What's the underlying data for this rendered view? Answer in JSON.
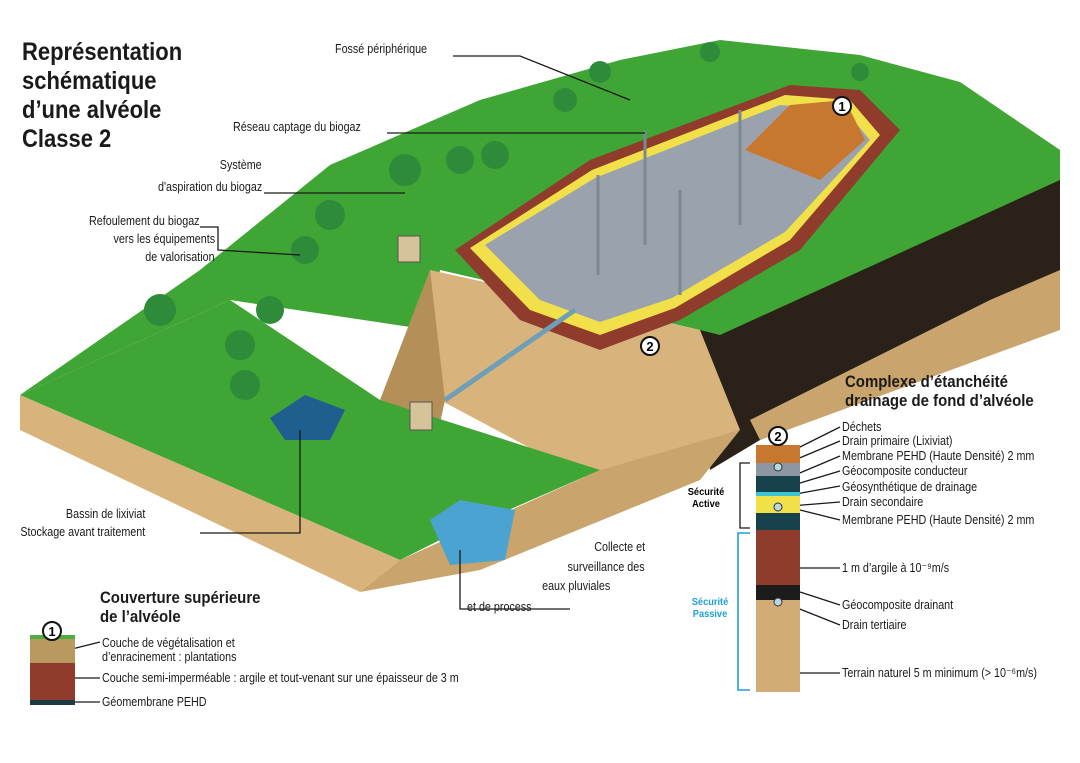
{
  "title": {
    "lines": [
      "Représentation",
      "schématique",
      "d’une alvéole",
      "Classe 2"
    ]
  },
  "labels": {
    "fosse": "Fossé périphérique",
    "reseau": "Réseau captage du biogaz",
    "systeme_1": "Système",
    "systeme_2": "d'aspiration du biogaz",
    "refoulement_1": "Refoulement du biogaz",
    "refoulement_2": "vers les équipements",
    "refoulement_3": "de valorisation",
    "bassin_1": "Bassin de lixiviat",
    "bassin_2": "Stockage avant traitement",
    "collecte_1": "Collecte et",
    "collecte_2": "surveillance des",
    "collecte_3": "eaux pluviales",
    "collecte_4": "et de process",
    "marker_1": "1",
    "marker_2": "2"
  },
  "cover": {
    "title_1": "Couverture supérieure",
    "title_2": "de l’alvéole",
    "marker": "1",
    "layers": [
      {
        "label_1": "Couche de végétalisation et",
        "label_2": "d’enracinement : plantations",
        "color": "#b99a5e"
      },
      {
        "label_1": "Couche semi-imperméable : argile et tout-venant sur une épaisseur de 3 m",
        "color": "#8f3c2c"
      },
      {
        "label_1": "Géomembrane PEHD",
        "color": "#1e3a44"
      }
    ],
    "top_color": "#4caf3c"
  },
  "liner": {
    "title_1": "Complexe d’étanchéité",
    "title_2": "drainage de fond d’alvéole",
    "marker": "2",
    "active_1": "Sécurité",
    "active_2": "Active",
    "passive_1": "Sécurité",
    "passive_2": "Passive",
    "passive_color": "#1ea0d8",
    "layers": [
      "Déchets",
      "Drain primaire (Lixiviat)",
      "Membrane PEHD (Haute Densité) 2 mm",
      "Géocomposite conducteur",
      "Géosynthétique de drainage",
      "Drain secondaire",
      "Membrane PEHD (Haute Densité) 2 mm",
      "1 m d’argile à 10⁻⁹m/s",
      "Géocomposite drainant",
      "Drain tertiaire",
      "Terrain naturel 5 m minimum (> 10⁻⁶m/s)"
    ]
  },
  "colors": {
    "grass": "#3fa535",
    "soil": "#d8b47c",
    "clay": "#8f3c2c",
    "membrane": "#8d96a3",
    "water": "#4aa3d1"
  }
}
